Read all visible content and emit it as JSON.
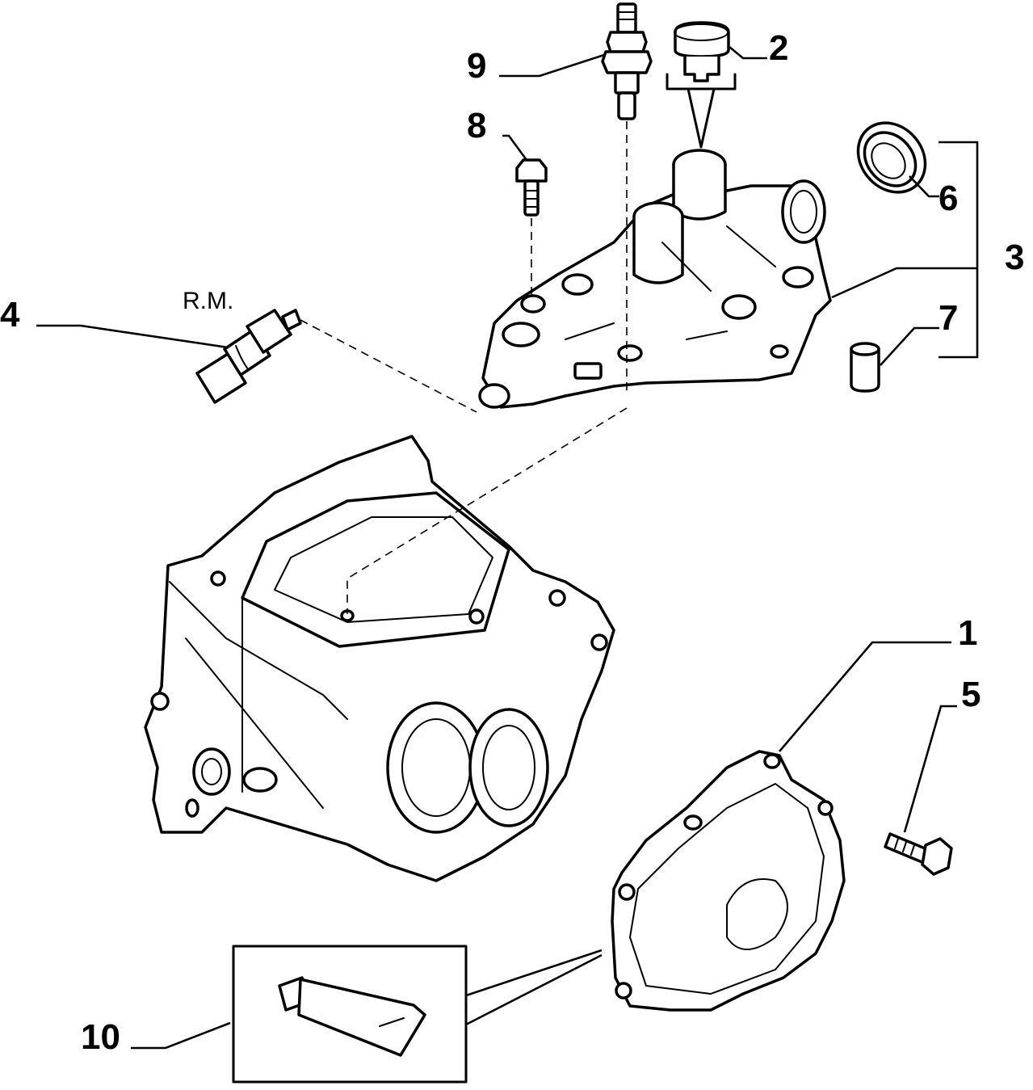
{
  "callouts": {
    "p1": "1",
    "p2": "2",
    "p3": "3",
    "p4": "4",
    "p5": "5",
    "p6": "6",
    "p7": "7",
    "p8": "8",
    "p9": "9",
    "p10": "10"
  },
  "notes": {
    "rm": "R.M."
  },
  "colors": {
    "line": "#000000",
    "background": "#ffffff"
  }
}
